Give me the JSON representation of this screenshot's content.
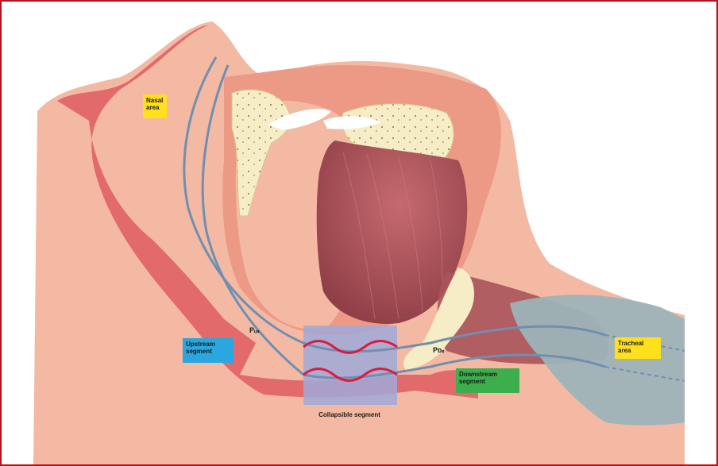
{
  "labels": {
    "nasal": {
      "line1": "Nasal",
      "line2": "area"
    },
    "tracheal": {
      "line1": "Tracheal",
      "line2": "area"
    },
    "upstream": {
      "line1": "Upstream",
      "line2": "segment"
    },
    "downstream": {
      "line1": "Downstream",
      "line2": "segment"
    },
    "collapsible": "Collapsible segment",
    "pus": "Pᵤₛ",
    "pds": "Pᴅₛ"
  },
  "colors": {
    "frame": "#b5121b",
    "skin": "#f4b9a3",
    "soft_tissue": "#ec9a86",
    "nasal_wall": "#e26a6a",
    "bone": "#f6edc6",
    "tongue": "#a9545a",
    "cartilage": "#9db3b8",
    "airway_line": "#6f8fb1",
    "collapsible_box": "#9fa8d8",
    "wavy_line": "#d91d3f",
    "label_yellow": "#ffe01a",
    "label_blue": "#2aa7e0",
    "label_green": "#3cae4b"
  }
}
